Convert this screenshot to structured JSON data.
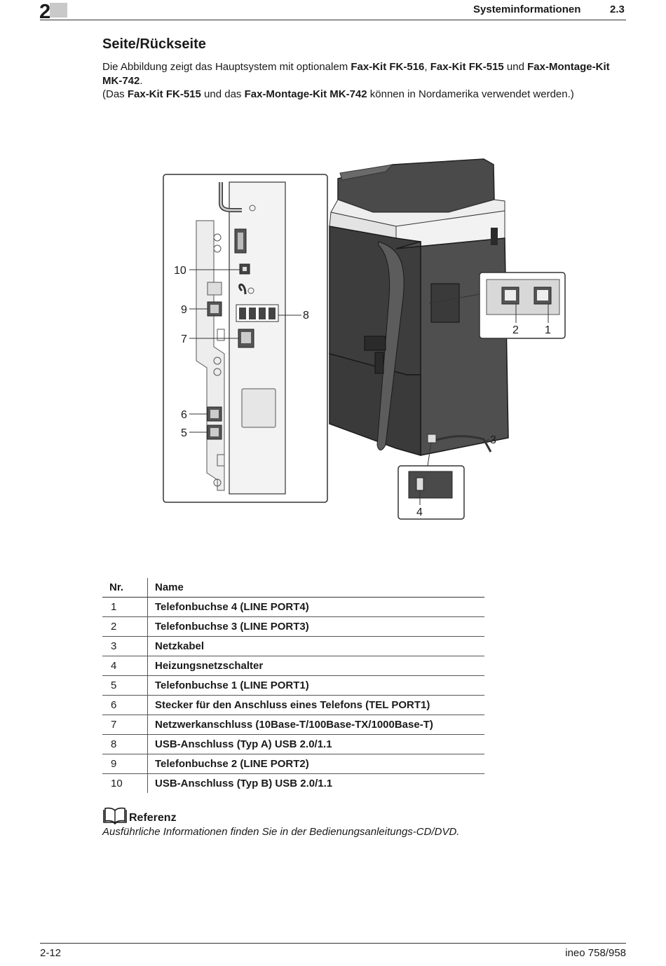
{
  "header": {
    "chapter_number": "2",
    "section_title": "Systeminformationen",
    "section_number": "2.3"
  },
  "title": "Seite/Rückseite",
  "intro": {
    "line1_pre": "Die Abbildung zeigt das Hauptsystem mit optionalem ",
    "line1_b1": "Fax-Kit FK-516",
    "line1_sep": ", ",
    "line1_b2": "Fax-Kit FK-515",
    "line1_und": " und ",
    "line1_b3": "Fax-Montage-Kit MK-742",
    "line1_end": ".",
    "line2_pre": "(Das ",
    "line2_b1": "Fax-Kit FK-515",
    "line2_und": " und das ",
    "line2_b2": "Fax-Montage-Kit MK-742",
    "line2_end": " können in Nordamerika verwendet werden.)"
  },
  "figure": {
    "callouts": {
      "c1": "1",
      "c2": "2",
      "c3": "3",
      "c4": "4",
      "c5": "5",
      "c6": "6",
      "c7": "7",
      "c8": "8",
      "c9": "9",
      "c10": "10"
    }
  },
  "table": {
    "headers": [
      "Nr.",
      "Name"
    ],
    "rows": [
      {
        "nr": "1",
        "name": "Telefonbuchse 4 (LINE PORT4)"
      },
      {
        "nr": "2",
        "name": "Telefonbuchse 3 (LINE PORT3)"
      },
      {
        "nr": "3",
        "name": "Netzkabel"
      },
      {
        "nr": "4",
        "name": "Heizungsnetzschalter"
      },
      {
        "nr": "5",
        "name": "Telefonbuchse 1 (LINE PORT1)"
      },
      {
        "nr": "6",
        "name": "Stecker für den Anschluss eines Telefons (TEL PORT1)"
      },
      {
        "nr": "7",
        "name": "Netzwerkanschluss (10Base-T/100Base-TX/1000Base-T)"
      },
      {
        "nr": "8",
        "name": "USB-Anschluss (Typ A) USB 2.0/1.1"
      },
      {
        "nr": "9",
        "name": "Telefonbuchse 2 (LINE PORT2)"
      },
      {
        "nr": "10",
        "name": "USB-Anschluss (Typ B) USB 2.0/1.1"
      }
    ]
  },
  "reference": {
    "icon": "book-icon",
    "title": "Referenz",
    "text": "Ausführliche Informationen finden Sie in der Bedienungsanleitungs-CD/DVD."
  },
  "footer": {
    "page_number": "2-12",
    "product": "ineo 758/958"
  }
}
